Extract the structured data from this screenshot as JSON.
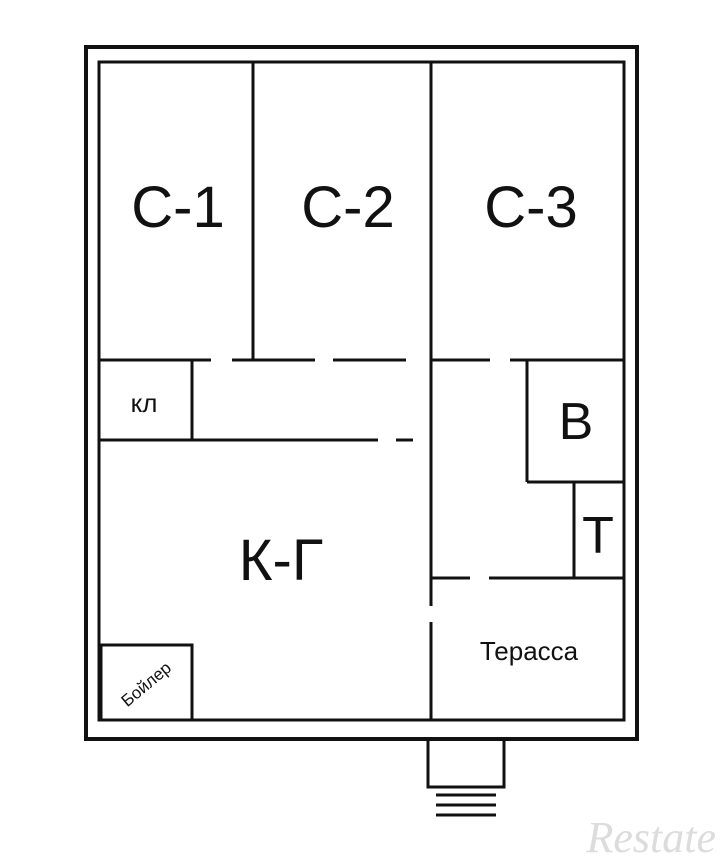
{
  "rooms": {
    "c1": "С-1",
    "c2": "С-2",
    "c3": "С-3",
    "kl": "кл",
    "v": "В",
    "t": "Т",
    "kg": "К-Г",
    "terrace": "Терасса",
    "boiler": "Бойлер"
  },
  "watermark": {
    "brand": "Restate"
  },
  "colors": {
    "line": "#111111",
    "background": "#ffffff",
    "watermark": "#dcdcdc"
  }
}
